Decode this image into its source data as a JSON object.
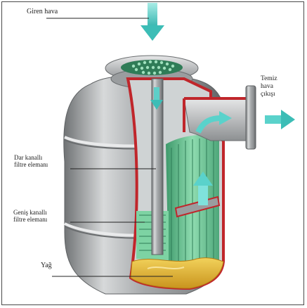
{
  "labels": {
    "inlet": "Giren hava",
    "outlet": [
      "Temiz",
      "hava",
      "çıkışı"
    ],
    "narrow_filter": [
      "Dar kanallı",
      "filtre elemanı"
    ],
    "wide_filter": [
      "Geniş kanallı",
      "filtre elemanı"
    ],
    "oil": "Yağ"
  },
  "colors": {
    "housing": "#b8babc",
    "cutaway_edge": "#c0262b",
    "airflow_arrow": "#4fc4c0",
    "filter_element": "#6fcf9a",
    "oil": "#e2b93a"
  }
}
